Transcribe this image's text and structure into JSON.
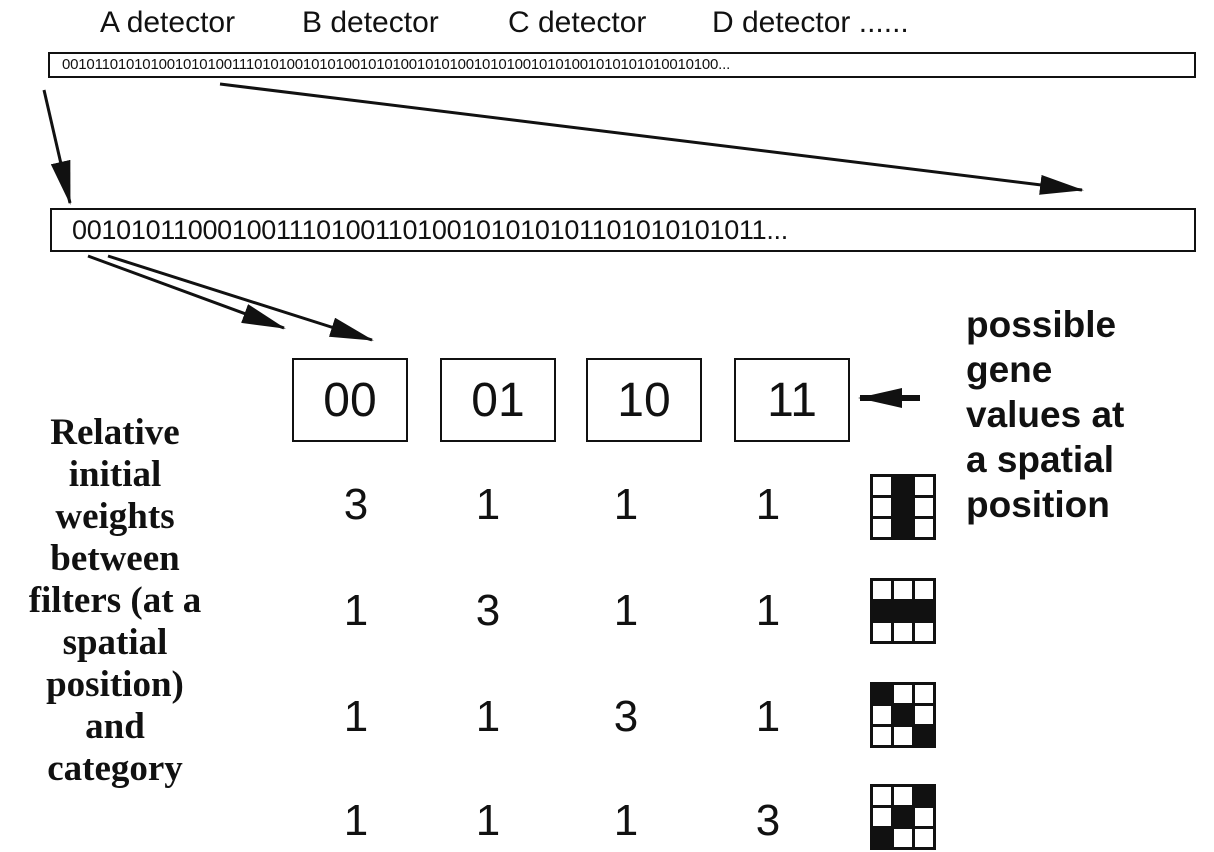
{
  "detectors": [
    "A detector",
    "B detector",
    "C detector",
    "D detector ......"
  ],
  "top_bitstring": "001011010101001010100111010100101010010101001010100101010010101001010101010010100...",
  "mid_bitstring": "0010101100010011101001101001010101011010101010​11...",
  "gene_values": [
    "00",
    "01",
    "10",
    "11"
  ],
  "weights": [
    [
      "3",
      "1",
      "1",
      "1"
    ],
    [
      "1",
      "3",
      "1",
      "1"
    ],
    [
      "1",
      "1",
      "3",
      "1"
    ],
    [
      "1",
      "1",
      "1",
      "3"
    ]
  ],
  "left_label": [
    "Relative",
    "initial",
    "weights",
    "between",
    "filters (at a",
    "spatial",
    "position)",
    "and",
    "category"
  ],
  "right_label": [
    "possible",
    "gene",
    "values at",
    "a spatial",
    "position"
  ],
  "filter_patterns": [
    [
      0,
      1,
      0,
      0,
      1,
      0,
      0,
      1,
      0
    ],
    [
      0,
      0,
      0,
      1,
      1,
      1,
      0,
      0,
      0
    ],
    [
      1,
      0,
      0,
      0,
      1,
      0,
      0,
      0,
      1
    ],
    [
      0,
      0,
      1,
      0,
      1,
      0,
      1,
      0,
      0
    ]
  ]
}
